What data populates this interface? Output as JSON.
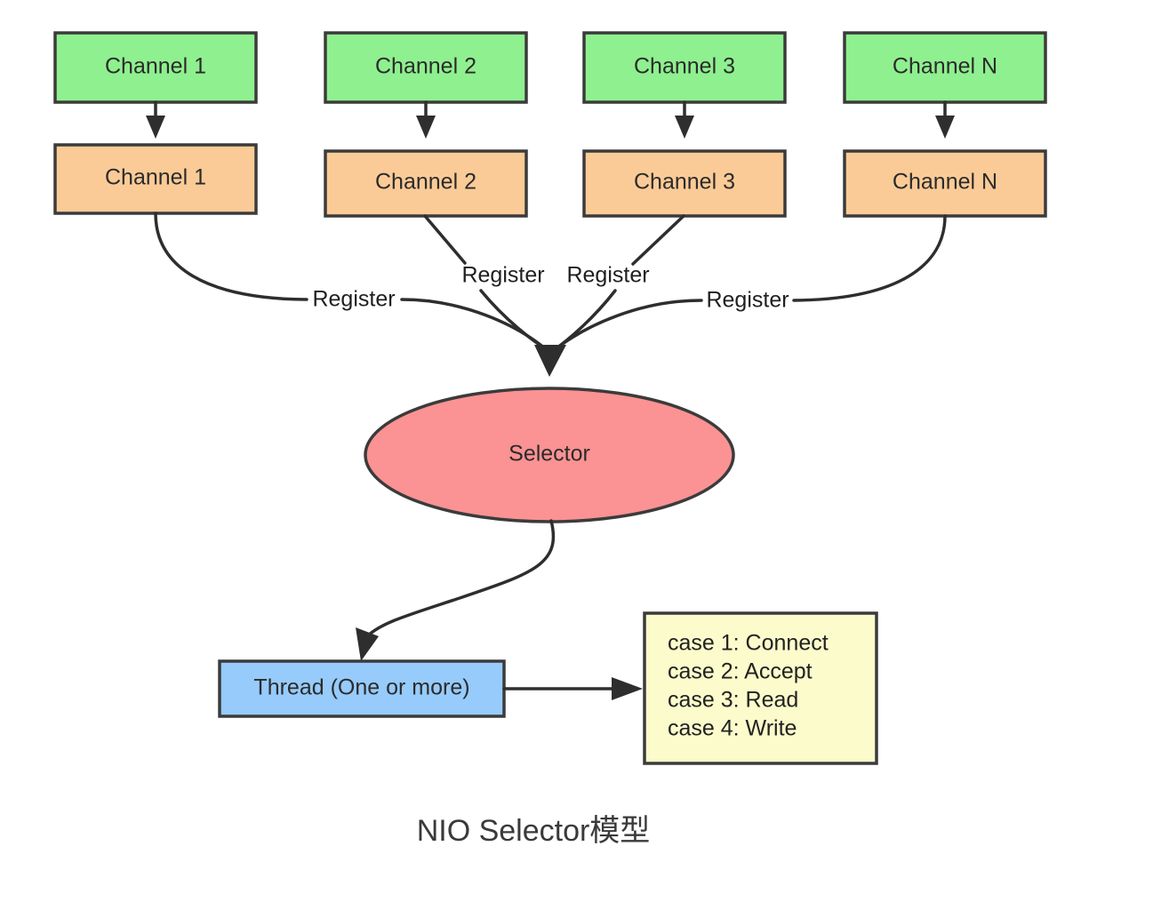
{
  "diagram": {
    "caption": "NIO Selector模型",
    "colors": {
      "green_fill": "#8FF08F",
      "orange_fill": "#FBCB97",
      "salmon_fill": "#FB9293",
      "blue_fill": "#96CBFB",
      "yellow_fill": "#FBFBCB",
      "stroke": "#3B3B3B",
      "text": "#2B2B2B",
      "background": "#FFFFFF"
    },
    "top_row": [
      {
        "label": "Channel 1"
      },
      {
        "label": "Channel 2"
      },
      {
        "label": "Channel 3"
      },
      {
        "label": "Channel N"
      }
    ],
    "second_row": [
      {
        "label": "Channel 1"
      },
      {
        "label": "Channel 2"
      },
      {
        "label": "Channel 3"
      },
      {
        "label": "Channel N"
      }
    ],
    "register_labels": [
      {
        "label": "Register"
      },
      {
        "label": "Register"
      },
      {
        "label": "Register"
      },
      {
        "label": "Register"
      }
    ],
    "selector": {
      "label": "Selector"
    },
    "thread": {
      "label": "Thread (One or more)"
    },
    "cases": {
      "lines": [
        "case 1:  Connect",
        "case 2:  Accept",
        "case 3:  Read",
        "case 4:  Write"
      ]
    }
  }
}
